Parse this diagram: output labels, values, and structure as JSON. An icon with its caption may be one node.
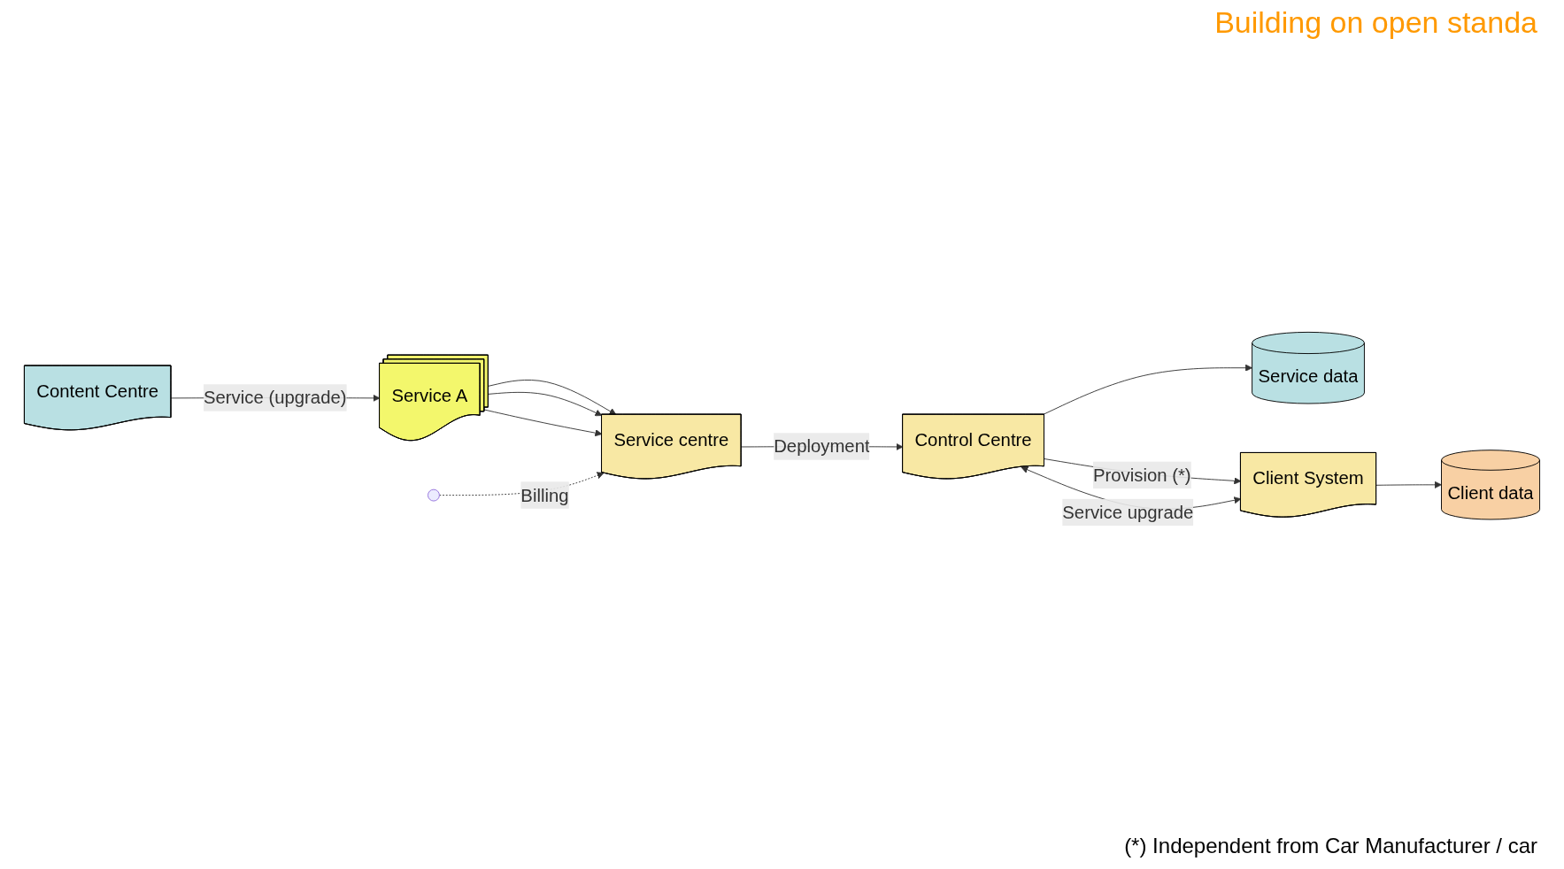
{
  "diagram": {
    "title": "Building on open standa",
    "nodes": [
      {
        "text": [
          "Service A"
        ]
      },
      {
        "text": [
          "Service centre"
        ]
      },
      {
        "text": [
          "Control Centre"
        ]
      },
      {
        "text": [
          "Service data"
        ]
      },
      {
        "text": [
          "Content Centre"
        ]
      },
      {
        "text": [
          "Client data"
        ]
      },
      {
        "text": [
          "Client System"
        ]
      }
    ],
    "edges": [
      {
        "from": 0,
        "to": 1,
        "arrow": "to"
      },
      {
        "from": 0,
        "to": 1,
        "arrow": "to"
      },
      {
        "from": 0,
        "to": 1,
        "arrow": "to"
      },
      {
        "from": 1,
        "to": 2,
        "arrow": "to",
        "label": "Deployment"
      },
      {
        "from": null,
        "to": 1,
        "arrow": "to",
        "label": "Billing",
        "style": "dashed"
      },
      {
        "from": 4,
        "to": 0,
        "arrow": "to",
        "label": "Service (upgrade)"
      },
      {
        "from": 2,
        "to": 3,
        "arrow": "to"
      },
      {
        "from": 2,
        "to": 6,
        "arrow": "to",
        "label": "Provision (*)"
      },
      {
        "from": 2,
        "to": 6,
        "arrow": "both",
        "label": "Service upgrade"
      },
      {
        "from": 6,
        "to": 5,
        "arrow": "to"
      }
    ],
    "labels": [
      "(*) Independent from Car Manufacturer / car"
    ]
  }
}
